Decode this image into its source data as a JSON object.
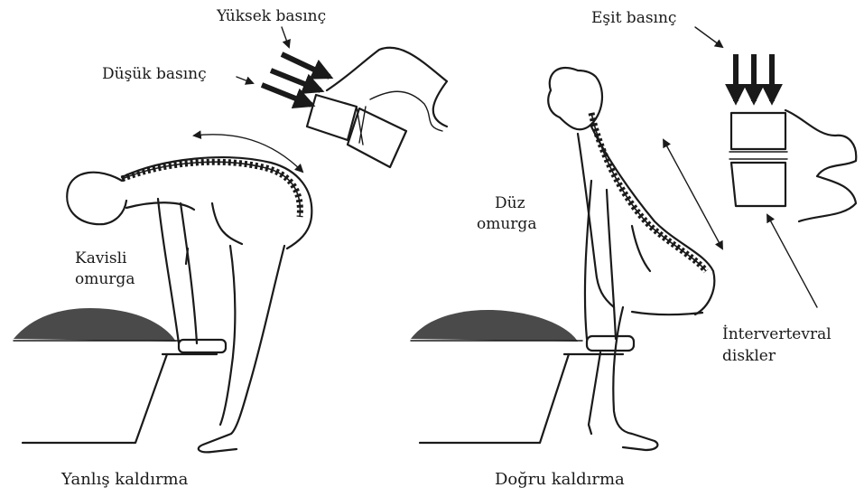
{
  "colors": {
    "ink": "#1a1a1a",
    "mound": "#4a4a4a",
    "paper": "#ffffff"
  },
  "labels": {
    "high_pressure": "Yüksek basınç",
    "low_pressure": "Düşük basınç",
    "curved_spine": [
      "Kavisli",
      "omurga"
    ],
    "wrong_lift": "Yanlış kaldırma",
    "equal_pressure": "Eşit basınç",
    "straight_spine": [
      "Düz",
      "omurga"
    ],
    "discs": [
      "İntervertevral",
      "diskler"
    ],
    "right_lift": "Doğru kaldırma"
  }
}
